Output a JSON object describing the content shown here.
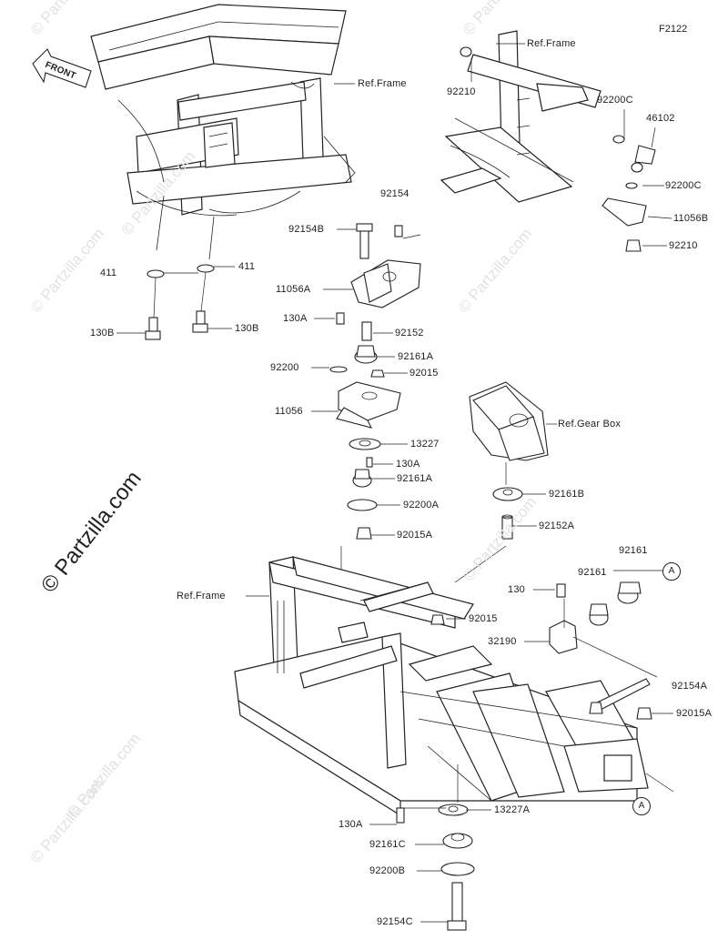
{
  "figure_code": "F2122",
  "front_label": "FRONT",
  "callout_a": "A",
  "watermark": "© Partzilla.com",
  "labels": {
    "ref_frame_1": "Ref.Frame",
    "ref_frame_2": "Ref.Frame",
    "ref_frame_3": "Ref.Frame",
    "ref_gearbox": "Ref.Gear Box",
    "p92210_a": "92210",
    "p92200c_a": "92200C",
    "p46102": "46102",
    "p92200c_b": "92200C",
    "p11056b": "11056B",
    "p92210_b": "92210",
    "p92154": "92154",
    "p92154b": "92154B",
    "p11056a": "11056A",
    "p130a_a": "130A",
    "p92152": "92152",
    "p92161a_a": "92161A",
    "p92200": "92200",
    "p92015_a": "92015",
    "p11056": "11056",
    "p13227": "13227",
    "p130a_b": "130A",
    "p92161a_b": "92161A",
    "p92200a": "92200A",
    "p92015a_a": "92015A",
    "p411_a": "411",
    "p411_b": "411",
    "p130b_a": "130B",
    "p130b_b": "130B",
    "p92161b": "92161B",
    "p92152a": "92152A",
    "p92161_a": "92161",
    "p92161_b": "92161",
    "p130": "130",
    "p92015_b": "92015",
    "p32190": "32190",
    "p92154a": "92154A",
    "p92015a_b": "92015A",
    "p13227a": "13227A",
    "p130a_c": "130A",
    "p92161c": "92161C",
    "p92200b": "92200B",
    "p92154c": "92154C"
  }
}
